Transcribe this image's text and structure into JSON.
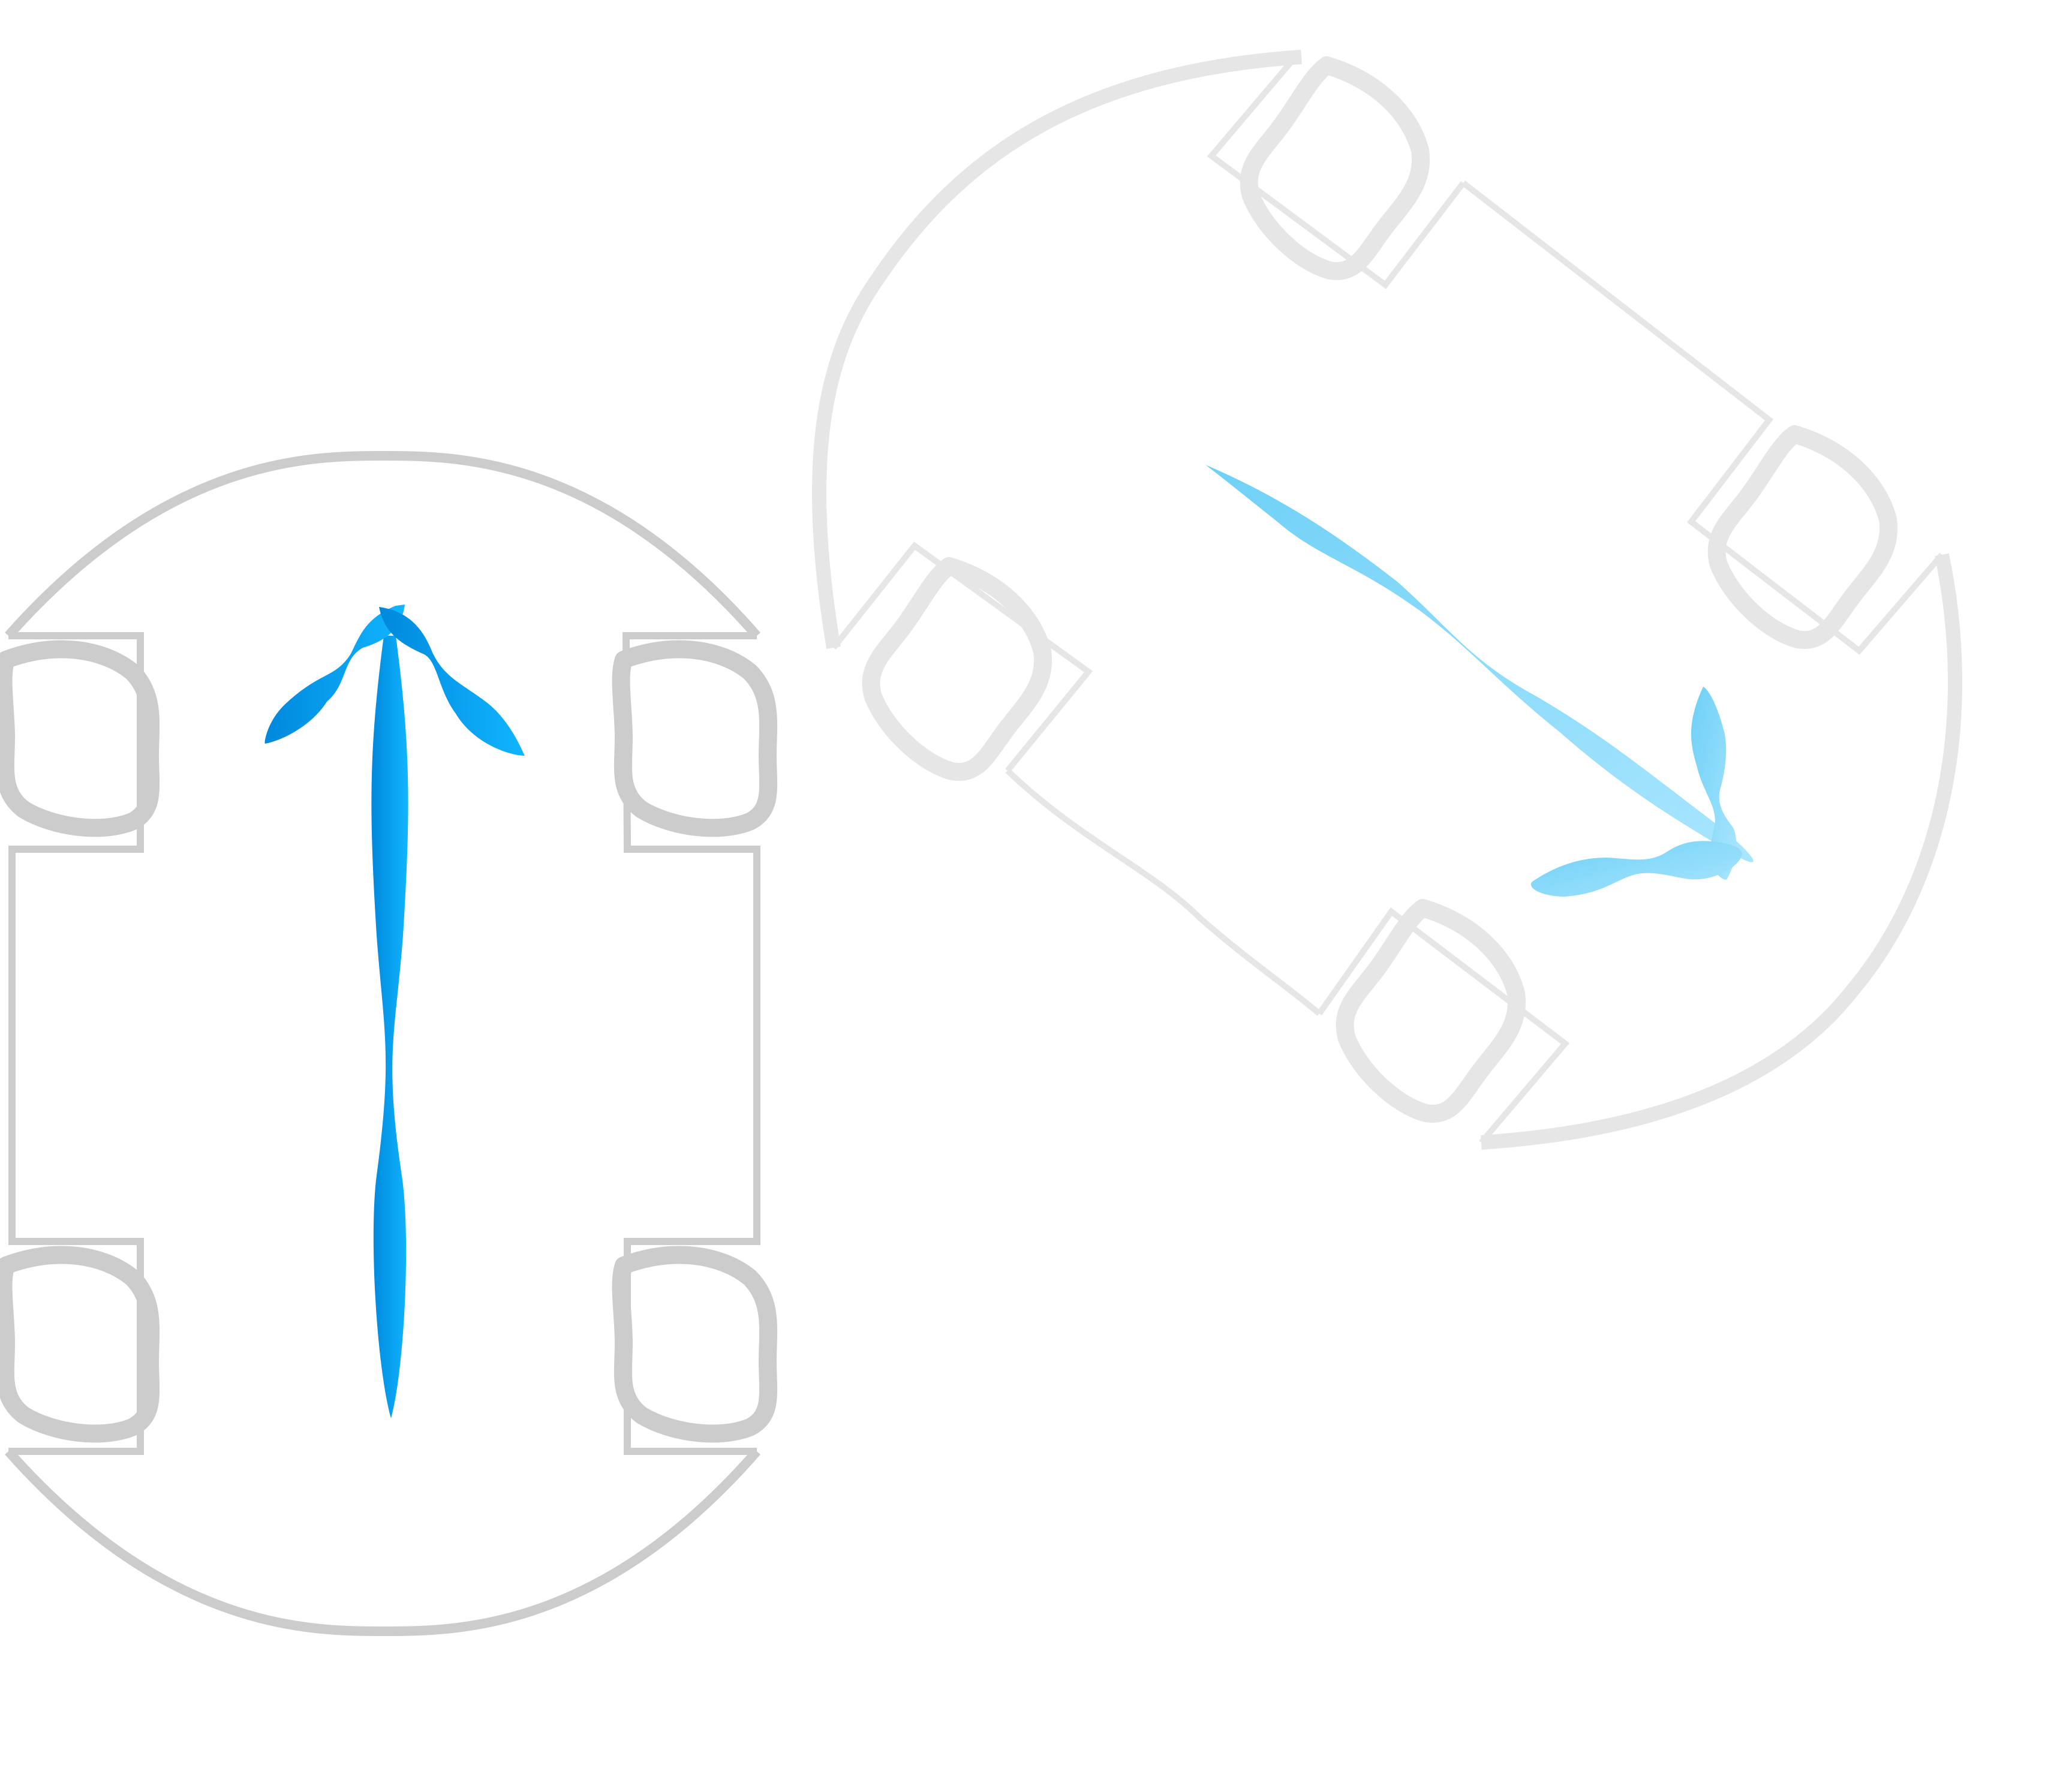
{
  "diagram": {
    "colors": {
      "background": "#ffffff",
      "robot_primary": "#cccccc",
      "robot_secondary": "#e6e6e6",
      "arrow_primary_start": "#0088dd",
      "arrow_primary_end": "#11b5ff",
      "arrow_secondary_start": "#55c8f5",
      "arrow_secondary_end": "#9be2ff"
    },
    "robots": [
      {
        "name": "robot-upright",
        "wheel_count": 4,
        "heading_deg": 0,
        "color_key": "robot_primary",
        "arrow": {
          "icon": "up-arrow-icon",
          "direction": "forward",
          "color_key": "arrow_primary"
        }
      },
      {
        "name": "robot-rotated",
        "wheel_count": 4,
        "heading_deg": 128,
        "color_key": "robot_secondary",
        "arrow": {
          "icon": "diagonal-arrow-icon",
          "direction": "down-right",
          "color_key": "arrow_secondary"
        }
      }
    ]
  }
}
